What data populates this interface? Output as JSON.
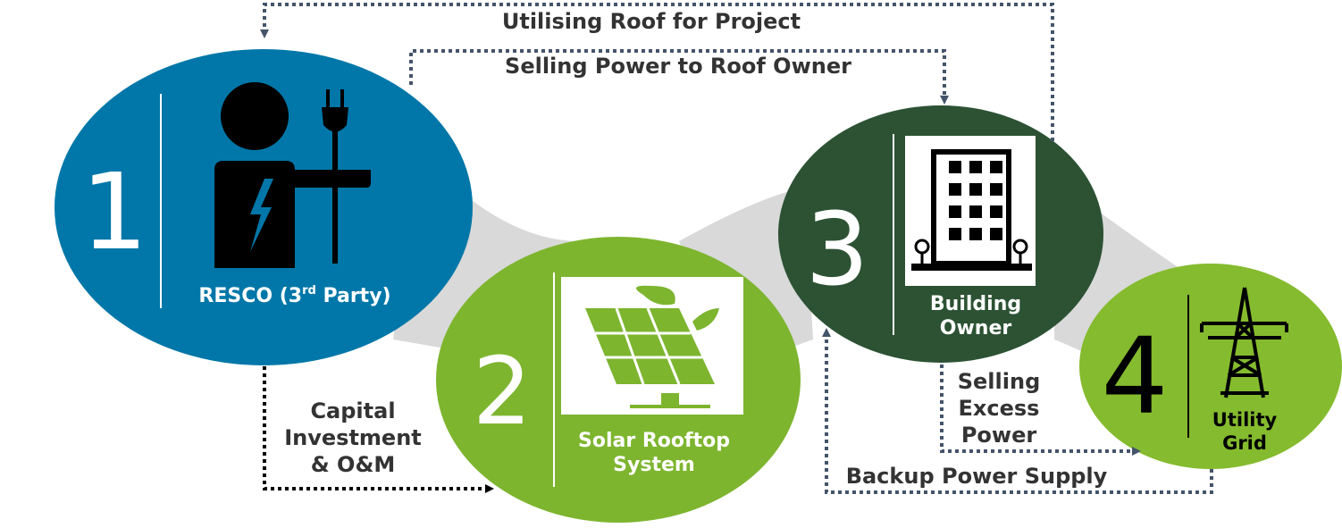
{
  "nodes": [
    {
      "number": "1",
      "label_line1": "RESCO (3",
      "label_sup": "rd",
      "label_line1_end": " Party)",
      "color": "#0077A8",
      "icon": "person-with-plug-icon"
    },
    {
      "number": "2",
      "label_line1": "Solar Rooftop",
      "label_line2": "System",
      "color": "#7DB52F",
      "icon": "solar-panel-icon"
    },
    {
      "number": "3",
      "label_line1": "Building",
      "label_line2": "Owner",
      "color": "#2C5233",
      "icon": "building-icon"
    },
    {
      "number": "4",
      "label_line1": "Utility",
      "label_line2": "Grid",
      "color": "#85BB2E",
      "icon": "transmission-tower-icon"
    }
  ],
  "flows": {
    "utilising_roof": "Utilising Roof for Project",
    "selling_power": "Selling Power to Roof Owner",
    "capital_line1": "Capital",
    "capital_line2": "Investment",
    "capital_line3": "& O&M",
    "excess_line1": "Selling",
    "excess_line2": "Excess",
    "excess_line3": "Power",
    "backup": "Backup Power Supply"
  },
  "colors": {
    "connector": "#D9D9D9",
    "arrow_dark": "#000000",
    "arrow_slate": "#44546A",
    "text": "#333333"
  }
}
